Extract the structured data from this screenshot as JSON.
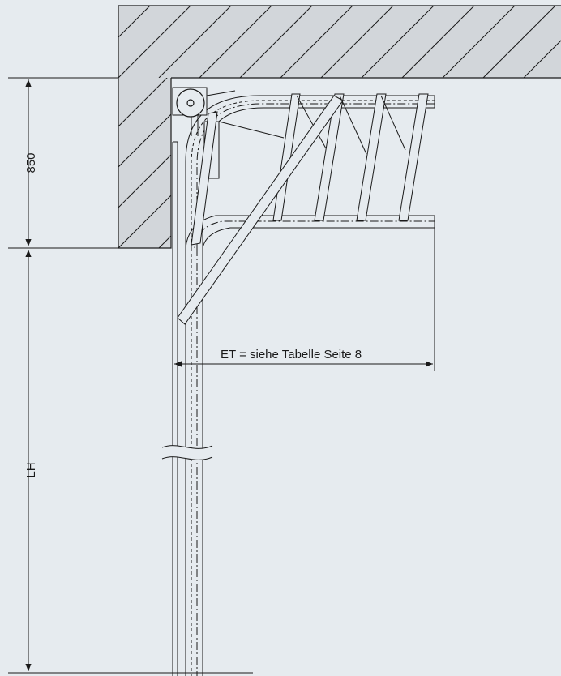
{
  "drawing": {
    "dimension_850": "850",
    "dimension_lh": "LH",
    "dimension_et": "ET = siehe Tabelle Seite 8"
  },
  "colors": {
    "background": "#e6ebef",
    "wall_fill": "#d2d6da",
    "line": "#1a1a1a"
  }
}
